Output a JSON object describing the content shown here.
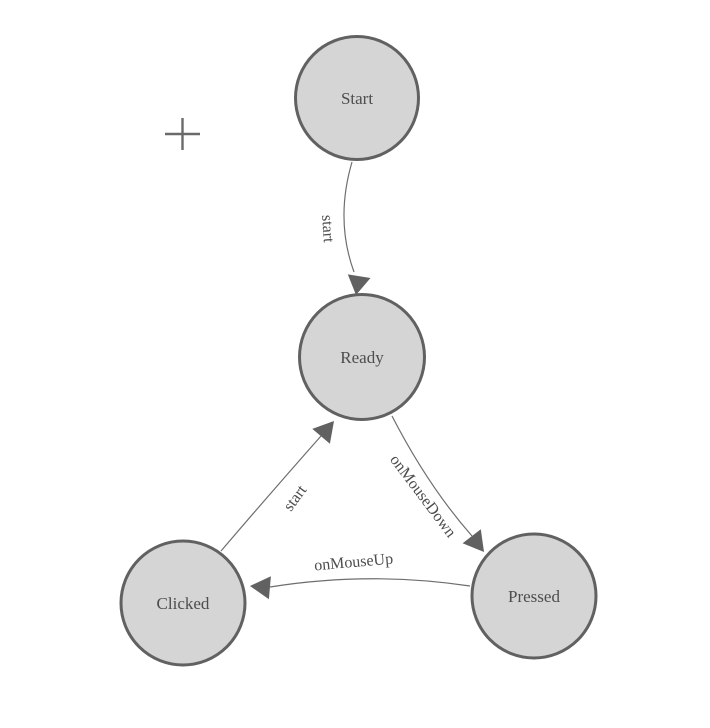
{
  "diagram": {
    "type": "finite-state-machine",
    "colors": {
      "background": "#ffffff",
      "node_fill": "#d5d5d5",
      "node_stroke": "#616161",
      "edge_stroke": "#6e6e6e",
      "arrow_fill": "#616161",
      "label_text": "#4d4d4d"
    },
    "nodes": [
      {
        "id": "start",
        "label": "Start"
      },
      {
        "id": "ready",
        "label": "Ready"
      },
      {
        "id": "clicked",
        "label": "Clicked"
      },
      {
        "id": "pressed",
        "label": "Pressed"
      }
    ],
    "edges": [
      {
        "from": "Start",
        "to": "Ready",
        "label": "start"
      },
      {
        "from": "Ready",
        "to": "Pressed",
        "label": "onMouseDown"
      },
      {
        "from": "Pressed",
        "to": "Clicked",
        "label": "onMouseUp"
      },
      {
        "from": "Clicked",
        "to": "Ready",
        "label": "start"
      }
    ],
    "cursor_marker": "plus-crosshair"
  }
}
